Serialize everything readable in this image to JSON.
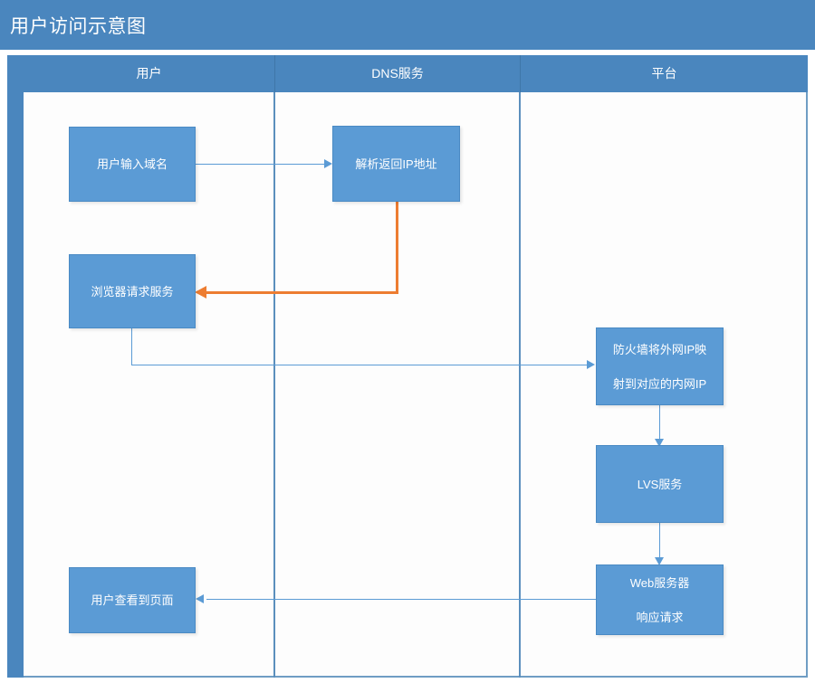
{
  "diagram": {
    "title": "用户访问示意图",
    "colors": {
      "header_bar": "#4a86be",
      "node_fill": "#5b9bd5",
      "node_border": "#4a8ac4",
      "connector_blue": "#5b9bd5",
      "connector_orange": "#ed7d31",
      "lane_body": "#fdfdfd",
      "text_on_fill": "#ffffff"
    },
    "lanes": [
      {
        "label": "用户"
      },
      {
        "label": "DNS服务"
      },
      {
        "label": "平台"
      }
    ],
    "nodes": [
      {
        "id": "user-input-domain",
        "lane": "用户",
        "label": "用户输入域名"
      },
      {
        "id": "dns-resolve-ip",
        "lane": "DNS服务",
        "label": "解析返回IP地址"
      },
      {
        "id": "browser-request",
        "lane": "用户",
        "label": "浏览器请求服务"
      },
      {
        "id": "firewall-nat-line1",
        "lane": "平台",
        "label": "防火墙将外网IP映"
      },
      {
        "id": "firewall-nat-line2",
        "lane": "平台",
        "label": "射到对应的内网IP"
      },
      {
        "id": "lvs-service",
        "lane": "平台",
        "label": "LVS服务"
      },
      {
        "id": "web-server-line1",
        "lane": "平台",
        "label": "Web服务器"
      },
      {
        "id": "web-server-line2",
        "lane": "平台",
        "label": "响应请求"
      },
      {
        "id": "user-sees-page",
        "lane": "用户",
        "label": "用户查看到页面"
      }
    ],
    "edges": [
      {
        "id": "e1",
        "from": "用户输入域名",
        "to": "解析返回IP地址",
        "style": "blue",
        "shape": "straight-right"
      },
      {
        "id": "e2",
        "from": "解析返回IP地址",
        "to": "浏览器请求服务",
        "style": "orange",
        "shape": "elbow-left"
      },
      {
        "id": "e3",
        "from": "浏览器请求服务",
        "to": "防火墙将外网IP映射到对应的内网IP",
        "style": "blue",
        "shape": "elbow-right"
      },
      {
        "id": "e4",
        "from": "防火墙将外网IP映射到对应的内网IP",
        "to": "LVS服务",
        "style": "blue",
        "shape": "straight-down"
      },
      {
        "id": "e5",
        "from": "LVS服务",
        "to": "Web服务器响应请求",
        "style": "blue",
        "shape": "straight-down"
      },
      {
        "id": "e6",
        "from": "Web服务器响应请求",
        "to": "用户查看到页面",
        "style": "blue",
        "shape": "straight-left"
      }
    ]
  }
}
